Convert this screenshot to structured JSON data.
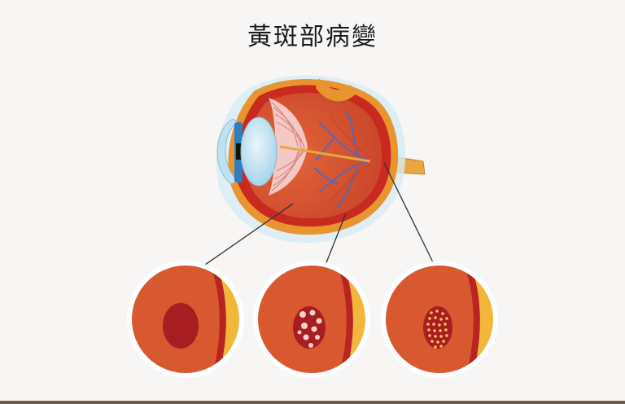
{
  "title": "黃斑部病變",
  "colors": {
    "background": "#f7f6f4",
    "sclera": "#e8942f",
    "choroid": "#c92a1f",
    "retina": "#d8582f",
    "lens": "#bfe1f0",
    "iris": "#2f7fbf",
    "vessel": "#3a6fd0",
    "optic_nerve": "#e8a640",
    "lesion_dry": "#a81d22",
    "lesion_dots": "#f5c060"
  },
  "stages": [
    {
      "id": "stage-1"
    },
    {
      "id": "stage-2"
    },
    {
      "id": "stage-3"
    }
  ]
}
